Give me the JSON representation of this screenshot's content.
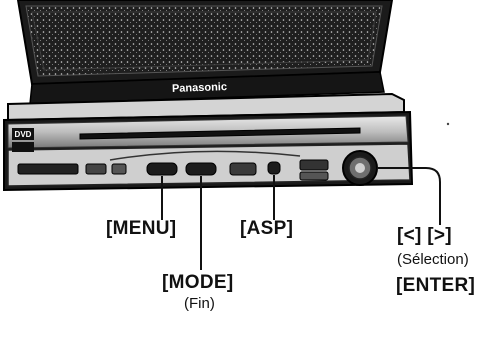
{
  "device": {
    "brand": "Panasonic",
    "logo_dvd": "DVD",
    "illustration_style": "grayscale photocopy of a car head unit front panel"
  },
  "callouts": {
    "menu": "[MENU]",
    "asp": "[ASP]",
    "mode": "[MODE]",
    "mode_note": "(Fin)",
    "arrows": "[<] [>]",
    "arrows_note": "(Sélection)",
    "enter": "[ENTER]"
  },
  "colors": {
    "ink": "#111111",
    "panel_dark": "#2a2a2a",
    "panel_mid": "#9a9a9a",
    "panel_light": "#d8d8d8",
    "screen_speckle": "#e6e6e6"
  }
}
